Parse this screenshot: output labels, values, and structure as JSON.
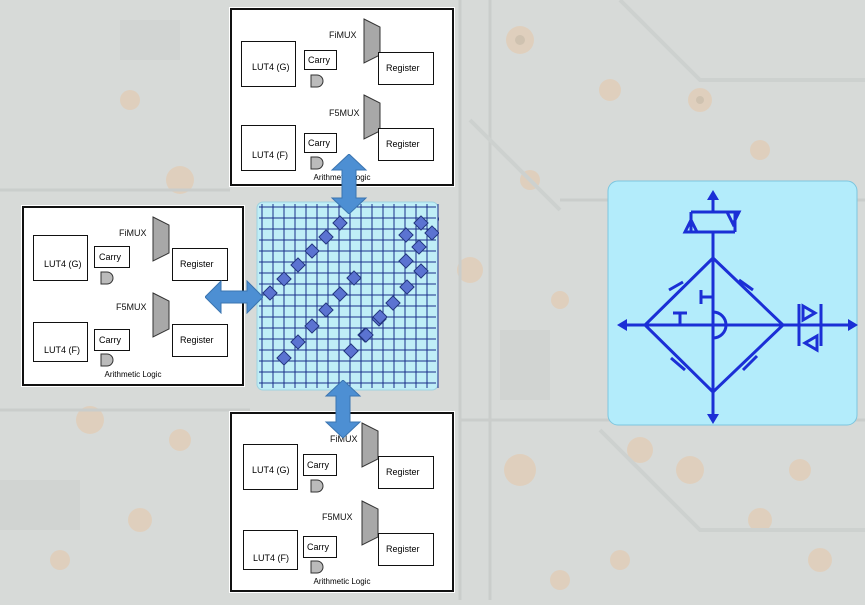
{
  "blocks": {
    "top": {
      "fimux": "FiMUX",
      "f5mux": "F5MUX",
      "lut_g": "LUT4 (G)",
      "lut_f": "LUT4 (F)",
      "carry1": "Carry",
      "carry2": "Carry",
      "reg1": "Register",
      "reg2": "Register",
      "footer": "Arithmetic Logic"
    },
    "left": {
      "fimux": "FiMUX",
      "f5mux": "F5MUX",
      "lut_g": "LUT4 (G)",
      "lut_f": "LUT4 (F)",
      "carry1": "Carry",
      "carry2": "Carry",
      "reg1": "Register",
      "reg2": "Register",
      "footer": "Arithmetic Logic"
    },
    "bottom": {
      "fimux": "FiMUX",
      "f5mux": "F5MUX",
      "lut_g": "LUT4 (G)",
      "lut_f": "LUT4 (F)",
      "carry1": "Carry",
      "carry2": "Carry",
      "reg1": "Register",
      "reg2": "Register",
      "footer": "Arithmetic Logic"
    }
  },
  "colors": {
    "grid_bg": "#bfeef7",
    "grid_line": "#1a2f8a",
    "node": "#5b73d1",
    "arrow": "#4d8fd3",
    "switch_bg": "#b3ecfb",
    "switch_line": "#1b2fd6"
  }
}
